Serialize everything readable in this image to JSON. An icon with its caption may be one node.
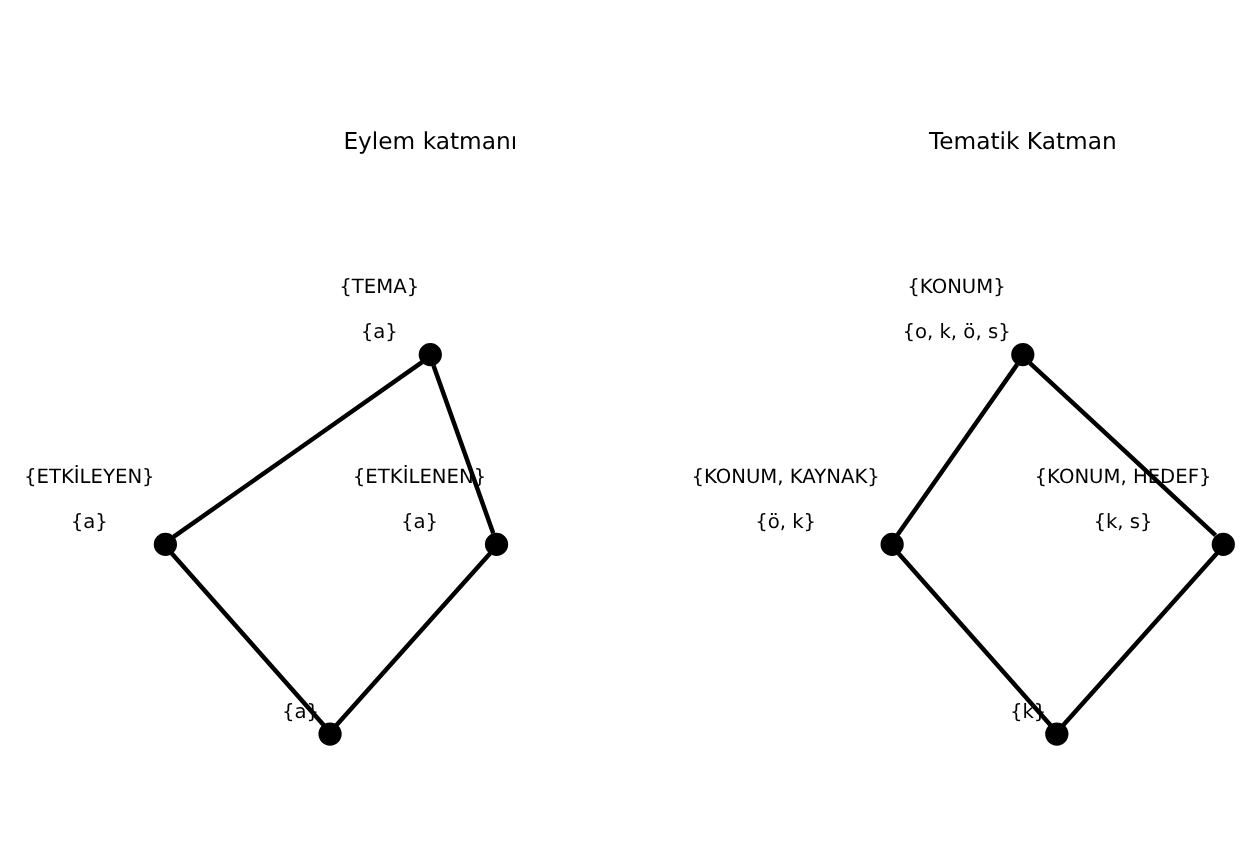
{
  "diagram": {
    "nodes": [
      {
        "text": [],
        "shape": "circle",
        "beside": [
          "{KONUM}",
          "{o, k, ö, s}"
        ]
      },
      {
        "text": [],
        "shape": "circle",
        "beside": [
          "{TEMA}",
          "{a}"
        ]
      },
      {
        "text": [],
        "shape": "circle",
        "beside": [
          "{KONUM, HEDEF}",
          "{k, s}"
        ]
      },
      {
        "text": [],
        "shape": "circle",
        "beside": [
          "{ETKİLENEN}",
          "{a}"
        ]
      },
      {
        "text": [],
        "shape": "circle",
        "beside": [
          "{KONUM, KAYNAK}",
          "{ö, k}"
        ]
      },
      {
        "text": [],
        "shape": "circle",
        "beside": [
          "{ETKİLEYEN}",
          "{a}"
        ]
      },
      {
        "text": [],
        "shape": "circle",
        "beside": [
          "{k}"
        ]
      },
      {
        "text": [],
        "shape": "circle",
        "beside": [
          "{a}"
        ]
      }
    ],
    "edges": [
      {
        "from": 1,
        "to": 5,
        "arrow": "none"
      },
      {
        "from": 1,
        "to": 3,
        "arrow": "none"
      },
      {
        "from": 5,
        "to": 7,
        "arrow": "none"
      },
      {
        "from": 3,
        "to": 7,
        "arrow": "none"
      },
      {
        "from": 0,
        "to": 4,
        "arrow": "none"
      },
      {
        "from": 0,
        "to": 2,
        "arrow": "none"
      },
      {
        "from": 4,
        "to": 6,
        "arrow": "none"
      },
      {
        "from": 2,
        "to": 6,
        "arrow": "none"
      }
    ],
    "labels": [
      "Eylem katmanı",
      "Tematik Katman"
    ]
  }
}
